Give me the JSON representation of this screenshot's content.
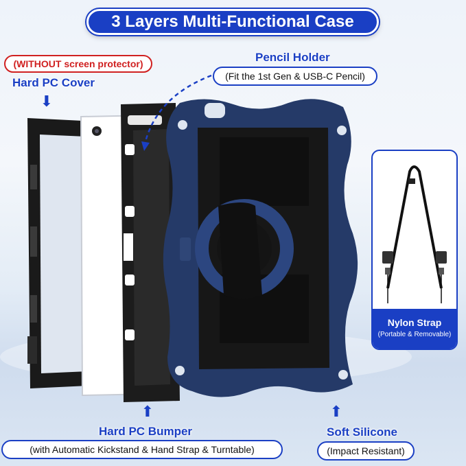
{
  "title": "3 Layers Multi-Functional Case",
  "labels": {
    "without_protector": "(WITHOUT screen protector)",
    "hard_pc_cover": "Hard PC Cover",
    "pencil_holder": "Pencil Holder",
    "pencil_fit": "(Fit the 1st Gen & USB-C Pencil)",
    "hard_pc_bumper": "Hard PC Bumper",
    "bumper_detail": "(with Automatic Kickstand & Hand Strap & Turntable)",
    "soft_silicone": "Soft Silicone",
    "impact_resistant": "(Impact Resistant)",
    "nylon_strap": "Nylon Strap",
    "strap_detail": "(Portable & Removable)"
  },
  "colors": {
    "accent_blue": "#1a3fc4",
    "silicone_navy": "#253a68",
    "warning_red": "#d02020",
    "hard_shell_black": "#1a1a1a"
  },
  "icons": [
    "arrow-down-icon",
    "arrow-up-icon",
    "dashed-curved-arrow-icon"
  ]
}
